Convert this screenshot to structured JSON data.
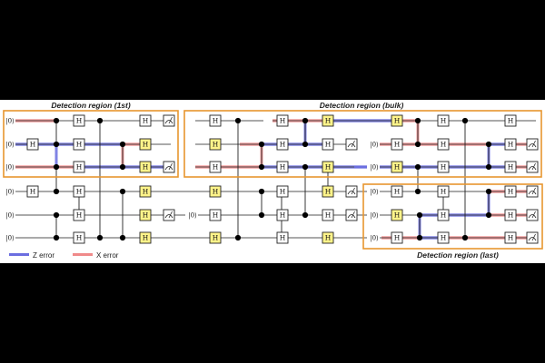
{
  "regions": {
    "first": "Detection region (1st)",
    "bulk": "Detection region (bulk)",
    "last": "Detection region (last)"
  },
  "legend": {
    "z_error": "Z error",
    "x_error": "X error"
  },
  "symbols": {
    "ket_zero": "|0⟩",
    "hadamard": "H"
  },
  "colors": {
    "region_border": "#e8962e",
    "z_error": "#6b6ee0",
    "x_error": "#f08a8a",
    "highlight_gate": "#fff48a",
    "wire": "#555555",
    "control": "#000000"
  },
  "icons": {
    "measurement": "measurement-meter-icon"
  }
}
